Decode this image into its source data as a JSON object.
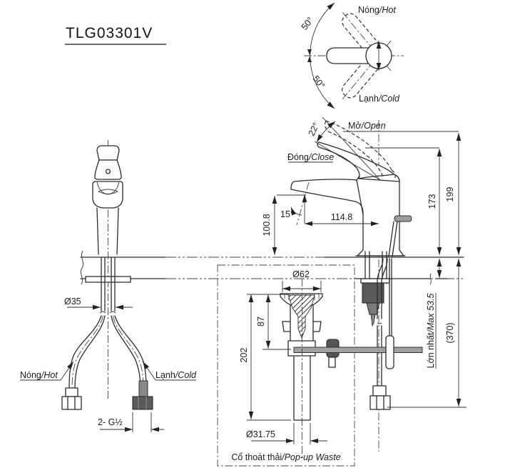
{
  "title": "TLG03301V",
  "colors": {
    "ink": "#2b2b2b",
    "rod_gray": "#a0a0a0",
    "nut_dark": "#5a5a5a",
    "background": "#ffffff"
  },
  "top_view": {
    "hot_vi": "Nóng",
    "hot_en": "/Hot",
    "cold_vi": "Lạnh",
    "cold_en": "/Cold",
    "angle_upper": "50°",
    "angle_lower": "50°"
  },
  "side_view": {
    "open_vi": "Mở",
    "open_en": "/Open",
    "close_vi": "Đóng",
    "close_en": "/Close",
    "handle_angle": "22°",
    "spout_angle": "15°",
    "spout_reach": "114.8",
    "spout_height": "100.8",
    "height_closed": "173",
    "height_open": "199",
    "max_counter_vi": "Lớn nhất",
    "max_counter_en": "/Max 53.5",
    "ref_depth": "(370)"
  },
  "front_view": {
    "base_dia": "Ø35",
    "hot_vi": "Nóng",
    "hot_en": "/Hot",
    "cold_vi": "Lạnh",
    "cold_en": "/Cold",
    "thread": "2- G½"
  },
  "popup_waste": {
    "flange_dia": "Ø62",
    "plug_depth": "87",
    "total_length": "202",
    "tail_dia": "Ø31.75",
    "caption_vi": "Cổ thoát thải",
    "caption_en": "/Pop-up Waste"
  }
}
